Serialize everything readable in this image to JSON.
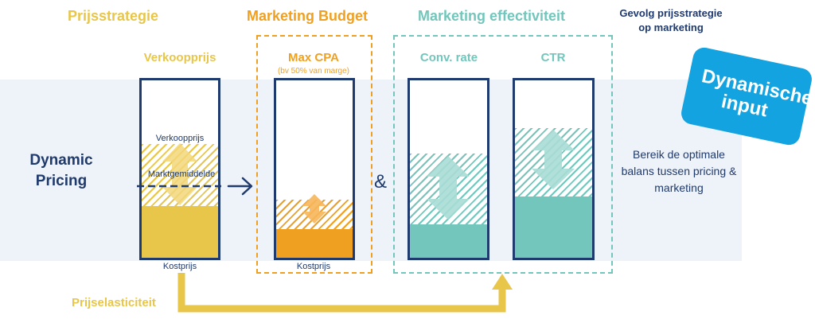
{
  "headers": {
    "prijsstrategie": "Prijsstrategie",
    "marketing_budget": "Marketing Budget",
    "marketing_effectiviteit": "Marketing effectiviteit",
    "gevolg": "Gevolg prijsstrategie op marketing"
  },
  "columns": {
    "verkoopprijs": "Verkoopprijs",
    "max_cpa": "Max CPA",
    "max_cpa_note": "(bv 50% van marge)",
    "conv_rate": "Conv. rate",
    "ctr": "CTR"
  },
  "labels": {
    "dynamic_pricing": "Dynamic Pricing",
    "verkoopprijs_inner": "Verkoopprijs",
    "marktgemiddelde": "Marktgemiddelde",
    "kostprijs_1": "Kostprijs",
    "kostprijs_2": "Kostprijs",
    "ampersand": "&",
    "prijselasticiteit": "Prijselasticiteit",
    "bereik": "Bereik de optimale balans tussen pricing & marketing"
  },
  "badge": {
    "text": "Dynamische input"
  },
  "colors": {
    "gold": "#e8c64a",
    "orange": "#f0a020",
    "teal": "#72c6bb",
    "navy": "#1f3a6d",
    "badge": "#13a3e0"
  },
  "icons": [
    "arrow-right-icon",
    "double-arrow-icon",
    "elbow-arrow-icon"
  ]
}
